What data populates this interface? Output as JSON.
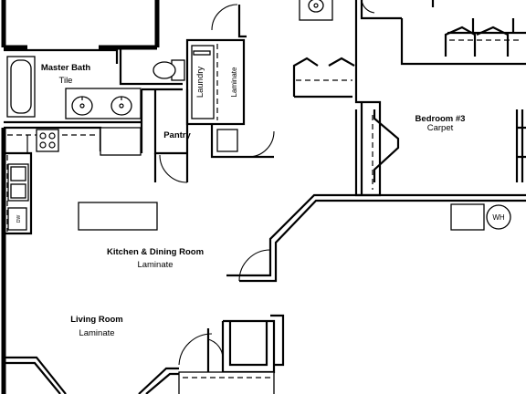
{
  "rooms": {
    "master_bath": {
      "name": "Master Bath",
      "floor": "Tile"
    },
    "laundry": {
      "name": "Laundry",
      "floor": "Laminate"
    },
    "pantry": {
      "name": "Pantry"
    },
    "bedroom3": {
      "name": "Bedroom #3",
      "floor": "Carpet"
    },
    "kitchen_dining": {
      "name": "Kitchen & Dining Room",
      "floor": "Laminate"
    },
    "living_room": {
      "name": "Living Room",
      "floor": "Laminate"
    }
  },
  "fixtures": {
    "water_heater": "WH",
    "dishwasher": "DW"
  }
}
